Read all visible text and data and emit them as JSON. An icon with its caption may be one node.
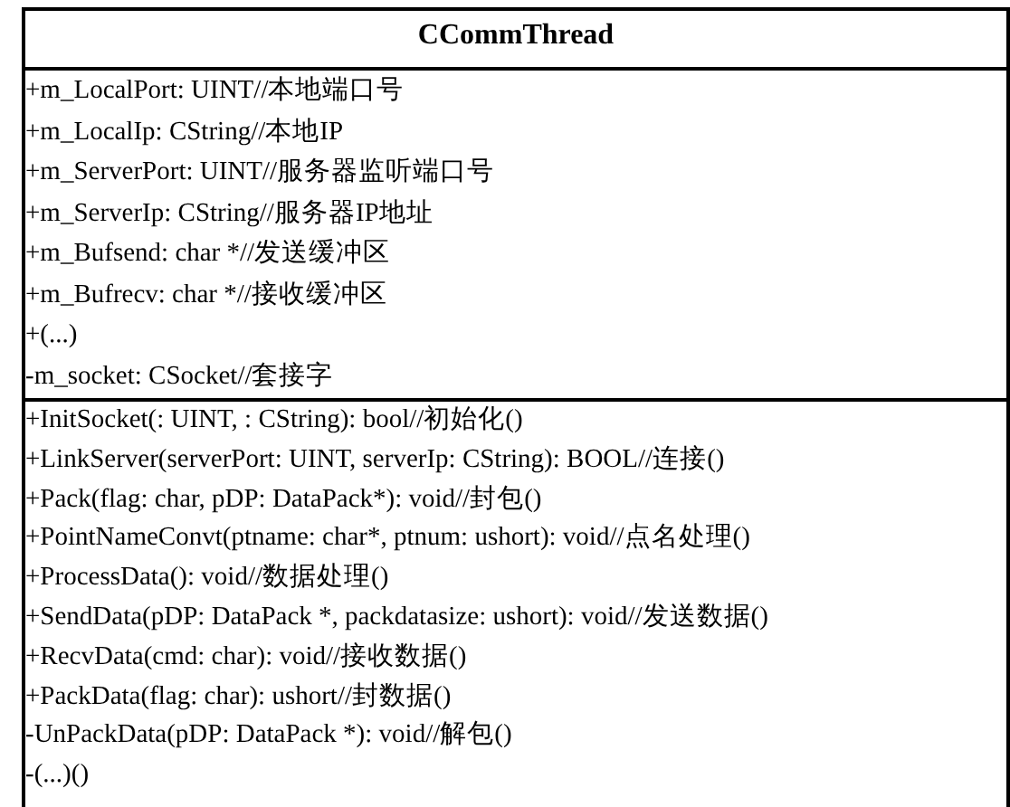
{
  "diagram": {
    "nodes": [
      {
        "text": [
          "CCommThread"
        ]
      },
      {
        "text": [
          "+m_LocalPort: UINT//本地端口号",
          "+m_LocalIp: CString//本地IP",
          "+m_ServerPort: UINT//服务器监听端口号",
          "+m_ServerIp: CString//服务器IP地址",
          "+m_Bufsend: char *//发送缓冲区",
          "+m_Bufrecv: char *//接收缓冲区",
          "+(...)",
          "-m_socket: CSocket//套接字"
        ],
        "in": 0
      },
      {
        "text": [
          "+InitSocket(: UINT, : CString): bool//初始化()",
          "+LinkServer(serverPort: UINT, serverIp: CString): BOOL//连接()",
          "+Pack(flag: char, pDP: DataPack*): void//封包()",
          "+PointNameConvt(ptname: char*, ptnum: ushort): void//点名处理()",
          "+ProcessData(): void//数据处理()",
          "+SendData(pDP: DataPack *, packdatasize: ushort): void//发送数据()",
          "+RecvData(cmd: char): void//接收数据()",
          "+PackData(flag: char): ushort//封数据()",
          "-UnPackData(pDP: DataPack *): void//解包()",
          "-(...)()"
        ],
        "in": 0
      }
    ]
  }
}
